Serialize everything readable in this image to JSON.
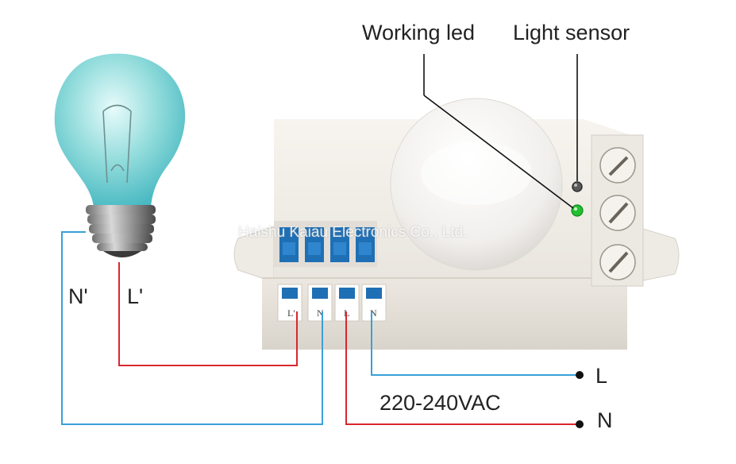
{
  "labels": {
    "working_led": "Working led",
    "light_sensor": "Light sensor",
    "n_prime": "N'",
    "l_prime": "L'",
    "voltage": "220-240VAC",
    "line_l": "L",
    "line_n": "N"
  },
  "terminals": [
    "L'",
    "N",
    "L",
    "N"
  ],
  "watermark": "Haishu Kaiau Electronics Co., Ltd.",
  "colors": {
    "live_wire": "#d9272e",
    "neutral_wire": "#3aa0d8",
    "terminal_blue": "#1f6fb5",
    "led_green": "#22c030",
    "bulb_glass": "#7fd6d6"
  }
}
